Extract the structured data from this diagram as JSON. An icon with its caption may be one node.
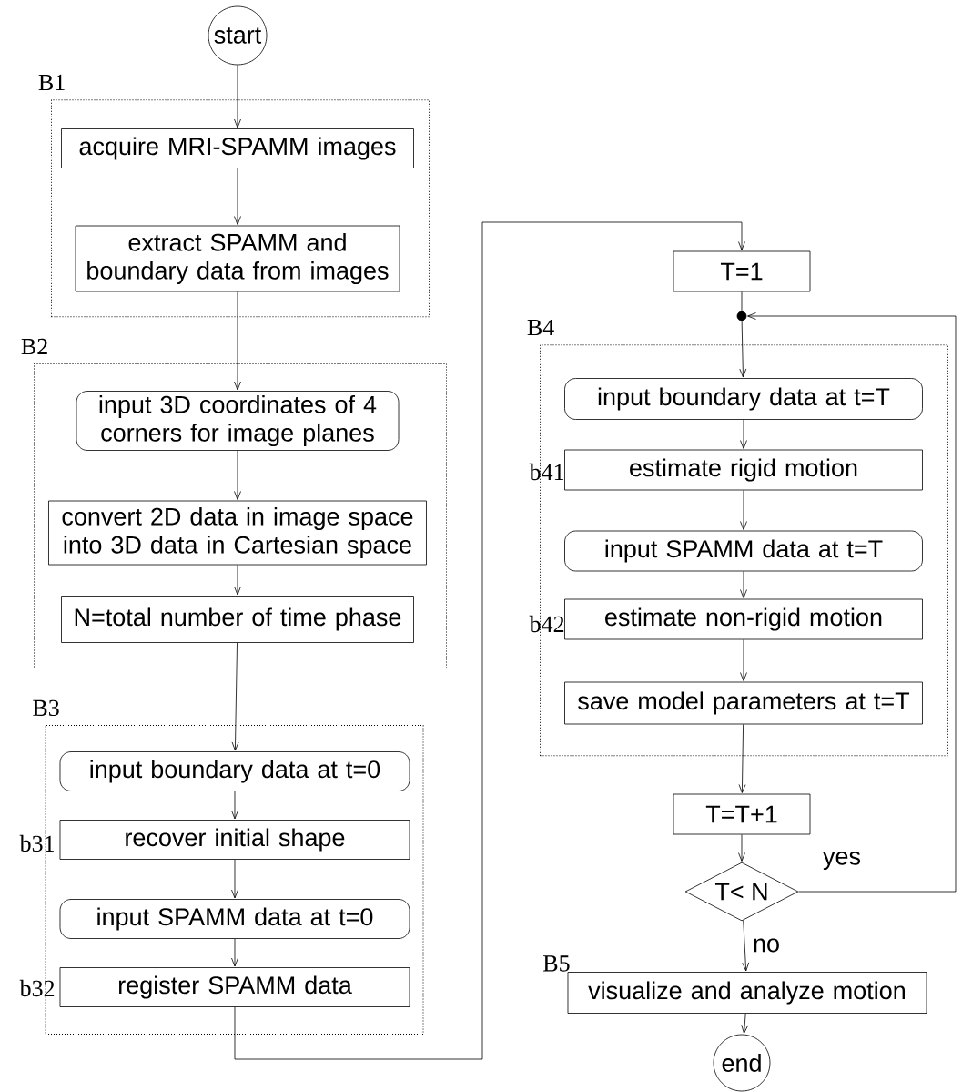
{
  "diagram": {
    "nodes": [
      {
        "text": [
          "start"
        ]
      },
      {
        "text": [
          "B1"
        ]
      },
      {
        "text": [
          "acquire MRI-SPAMM images"
        ],
        "in": 1
      },
      {
        "text": [
          "extract SPAMM and boundary data from images"
        ],
        "in": 1
      },
      {
        "text": [
          "B2"
        ]
      },
      {
        "text": [
          "input 3D coordinates of 4 corners for image planes"
        ],
        "in": 4
      },
      {
        "text": [
          "convert 2D data in image space into 3D data in Cartesian space"
        ],
        "in": 4
      },
      {
        "text": [
          "N=total number of time phase"
        ],
        "in": 4
      },
      {
        "text": [
          "B3"
        ]
      },
      {
        "text": [
          "input boundary data at t=0"
        ],
        "in": 8
      },
      {
        "text": [
          "recover initial shape"
        ],
        "in": 8,
        "beside": [
          "b31"
        ]
      },
      {
        "text": [
          "input SPAMM data at t=0"
        ],
        "in": 8
      },
      {
        "text": [
          "register SPAMM data"
        ],
        "in": 8,
        "beside": [
          "b32"
        ]
      },
      {
        "text": [
          "T=1"
        ]
      },
      {
        "text": [],
        "shape": "circle"
      },
      {
        "text": [
          "B4"
        ]
      },
      {
        "text": [
          "input boundary data at t=T"
        ],
        "in": 15
      },
      {
        "text": [
          "estimate rigid motion"
        ],
        "in": 15,
        "beside": [
          "b41"
        ]
      },
      {
        "text": [
          "input SPAMM data at t=T"
        ],
        "in": 15
      },
      {
        "text": [
          "estimate non-rigid motion"
        ],
        "in": 15,
        "beside": [
          "b42"
        ]
      },
      {
        "text": [
          "save model parameters at t=T"
        ],
        "in": 15
      },
      {
        "text": [
          "T=T+1"
        ]
      },
      {
        "text": [
          "T< N"
        ]
      },
      {
        "text": [
          "visualize and analyze motion"
        ],
        "beside": [
          "B5"
        ]
      },
      {
        "text": [
          "end"
        ]
      }
    ],
    "edges": [
      {
        "from": 0,
        "to": 2,
        "arrow": "to"
      },
      {
        "from": 2,
        "to": 3,
        "arrow": "to"
      },
      {
        "from": 3,
        "to": 5,
        "arrow": "to"
      },
      {
        "from": 5,
        "to": 6,
        "arrow": "to"
      },
      {
        "from": 6,
        "to": 7,
        "arrow": "to"
      },
      {
        "from": 7,
        "to": 9,
        "arrow": "to"
      },
      {
        "from": 9,
        "to": 10,
        "arrow": "to"
      },
      {
        "from": 10,
        "to": 11,
        "arrow": "to"
      },
      {
        "from": 11,
        "to": 12,
        "arrow": "to"
      },
      {
        "from": 12,
        "to": 13,
        "arrow": "to"
      },
      {
        "from": 13,
        "to": 14,
        "arrow": "none"
      },
      {
        "from": 14,
        "to": 16,
        "arrow": "to"
      },
      {
        "from": 16,
        "to": 17,
        "arrow": "to"
      },
      {
        "from": 17,
        "to": 18,
        "arrow": "to"
      },
      {
        "from": 18,
        "to": 19,
        "arrow": "to"
      },
      {
        "from": 19,
        "to": 20,
        "arrow": "to"
      },
      {
        "from": 20,
        "to": 21,
        "arrow": "to"
      },
      {
        "from": 21,
        "to": 22,
        "arrow": "to"
      },
      {
        "from": 22,
        "to": 14,
        "arrow": "to",
        "label": "yes"
      },
      {
        "from": 22,
        "to": 23,
        "arrow": "to",
        "label": "no"
      },
      {
        "from": 23,
        "to": 24,
        "arrow": "to"
      }
    ]
  }
}
